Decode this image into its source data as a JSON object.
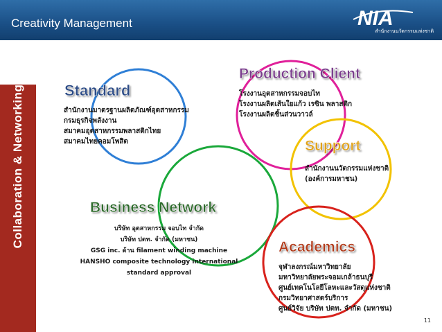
{
  "header": {
    "title": "Creativity Management",
    "logo_text": "NIA",
    "logo_subtext": "สำนักงานนวัตกรรมแห่งชาติ"
  },
  "sidebar": {
    "label": "Collaboration & Networking"
  },
  "sections": {
    "standard": {
      "title": "Standard",
      "lines": [
        "สำนักงานมาตรฐานผลิตภัณฑ์อุตสาหกรรม",
        "กรมธุรกิจพลังงาน",
        "สมาคมอุตสาหกรรมพลาสติกไทย",
        "สมาคมไทยคอมโพสิต"
      ]
    },
    "production": {
      "title": "Production Client",
      "lines": [
        "โรงงานอุตสาหกรรมจอบไท",
        "โรงงานผลิตเส้นใยแก้ว เรซิน พลาสติก",
        "โรงงานผลิตชิ้นส่วนวาวล์"
      ]
    },
    "support": {
      "title": "Support",
      "lines": [
        "สำนักงานนวัตกรรมแห่งชาติ",
        "(องค์การมหาชน)"
      ]
    },
    "business": {
      "title": "Business Network",
      "lines": [
        "บริษัท อุตสาหกรรม จอบไท จำกัด",
        "บริษัท ปตท. จำกัด (มหาชน)",
        "GSG inc. ด้าน filament winding machine",
        "HANSHO composite technology international",
        "standard approval"
      ]
    },
    "academics": {
      "title": "Academics",
      "lines": [
        "จุฬาลงกรณ์มหาวิทยาลัย",
        "มหาวิทยาลัยพระจอมเกล้าธนบุรี",
        "ศูนย์เทคโนโลยีโลหะและวัสดุแห่งชาติ",
        "กรมวิทยาศาสตร์บริการ",
        "ศูนย์วิจัย บริษัท ปตท. จำกัด (มหาชน)"
      ]
    }
  },
  "footer": {
    "page_number": "11"
  },
  "colors": {
    "header": "#1a4f86",
    "sidebar": "#a3291f",
    "ring_blue": "#2f7fd6",
    "ring_magenta": "#e0209a",
    "ring_yellow": "#f2c200",
    "ring_green": "#1aa83a",
    "ring_red": "#d8221c"
  }
}
